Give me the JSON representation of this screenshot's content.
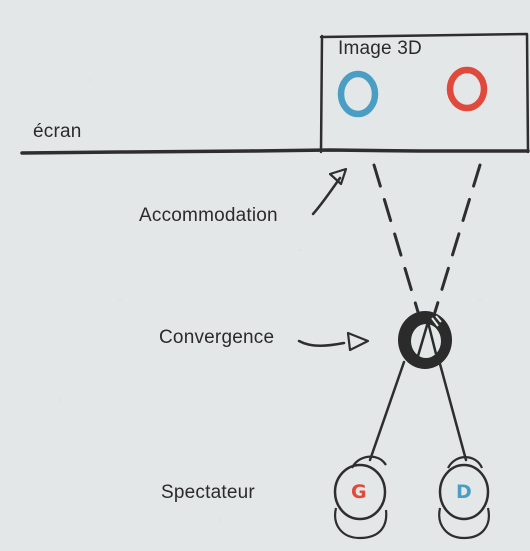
{
  "labels": {
    "image3d": "Image 3D",
    "screen": "écran",
    "accommodation": "Accommodation",
    "convergence": "Convergence",
    "spectator": "Spectateur"
  },
  "eyes": {
    "left_letter": "G",
    "right_letter": "D"
  },
  "colors": {
    "blue_circle": "#4a9ec4",
    "red_circle": "#e04a3c",
    "ink": "#2e2e2e",
    "background": "#e4e7e8"
  },
  "icons": [
    "arrow-icon",
    "convergence-point-icon",
    "left-eye-icon",
    "right-eye-icon"
  ]
}
